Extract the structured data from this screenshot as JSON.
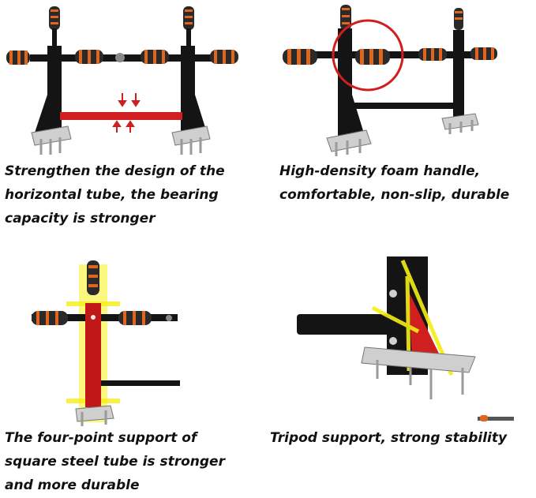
{
  "panels": [
    {
      "caption": [
        "Strengthen the design of the",
        "horizontal tube, the bearing",
        "capacity is stronger"
      ]
    },
    {
      "caption": [
        "High-density foam handle,",
        "comfortable, non-slip, durable"
      ]
    },
    {
      "caption": [
        "The four-point support of",
        "square steel tube is stronger",
        "and more durable"
      ]
    },
    {
      "caption": [
        "Tripod support, strong stability"
      ]
    }
  ],
  "colors": {
    "frame": "#141414",
    "foam": "#2a2a2a",
    "foam_stripe": "#e0651f",
    "red_tube": "#d11e1e",
    "highlight": "#f5ee14",
    "steel": "#c9c9c9"
  }
}
